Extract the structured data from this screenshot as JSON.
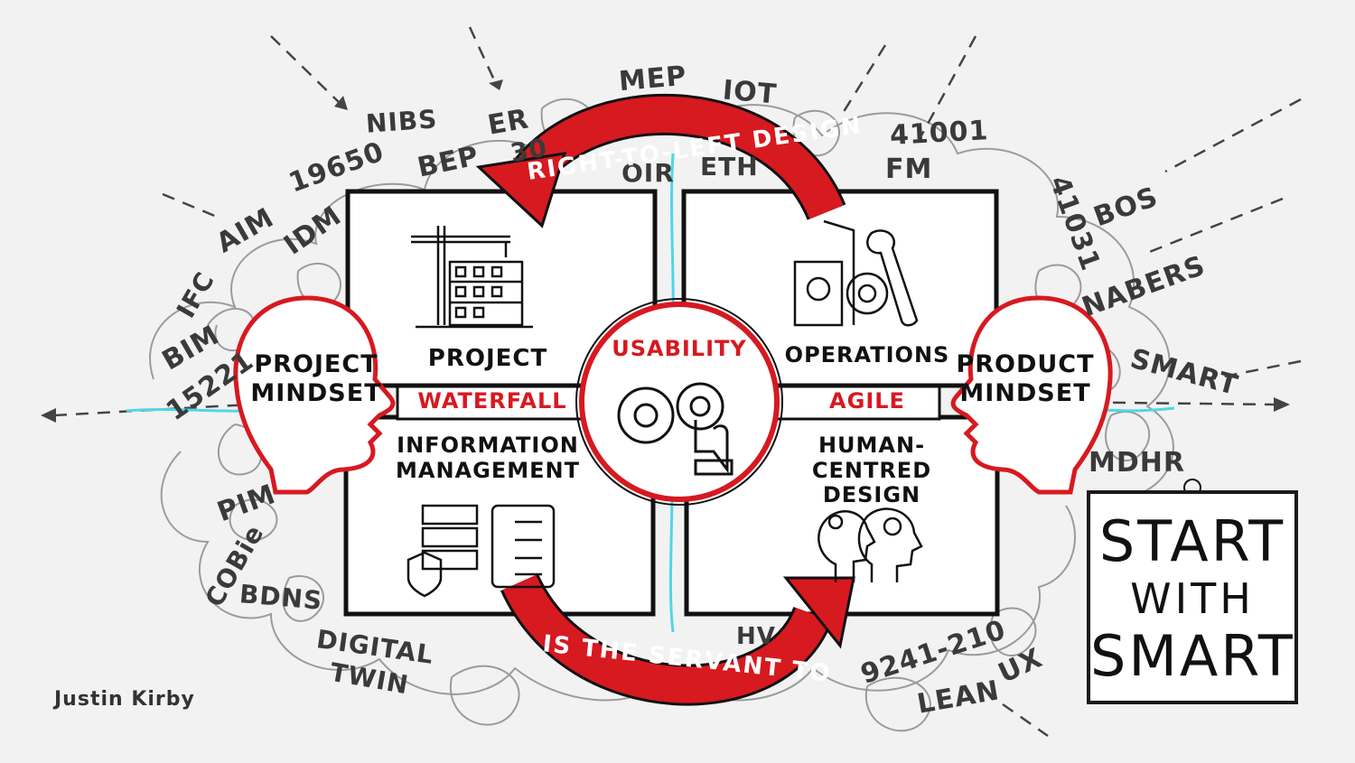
{
  "title": "",
  "quadrants": {
    "project": "PROJECT",
    "operations": "OPERATIONS",
    "information_management": [
      "INFORMATION",
      "MANAGEMENT"
    ],
    "human_centred_design": [
      "HUMAN-",
      "CENTRED DESIGN"
    ]
  },
  "center": {
    "label": "USABILITY"
  },
  "connectors": {
    "left": "WATERFALL",
    "right": "AGILE"
  },
  "arrows": {
    "top": "RIGHT-TO-LEFT DESIGN",
    "bottom": "IS THE SERVANT TO"
  },
  "mindsets": {
    "left": [
      "PROJECT",
      "MINDSET"
    ],
    "right": [
      "PRODUCT",
      "MINDSET"
    ]
  },
  "terms": {
    "left": [
      "NIBS",
      "19650",
      "AIM",
      "IDM",
      "IFC",
      "BIM",
      "15221",
      "PIM",
      "COBie",
      "BDNS",
      "DIGITAL",
      "TWIN"
    ],
    "top": [
      "MEP",
      "IOT",
      "ER",
      "30",
      "BEP",
      "OIR",
      "ETH",
      "41001",
      "FM"
    ],
    "right": [
      "41031",
      "BOS",
      "NABERS",
      "SMART",
      "MDHR",
      "UX",
      "9241-210",
      "LEAN",
      "HV"
    ]
  },
  "badge": {
    "line1": "START",
    "line2": "WITH",
    "line3": "SMART"
  },
  "signature": "Justin Kirby",
  "colors": {
    "accent": "#d71920",
    "ink": "#111111",
    "water": "#4fd6e8",
    "background": "#f2f2f2"
  }
}
